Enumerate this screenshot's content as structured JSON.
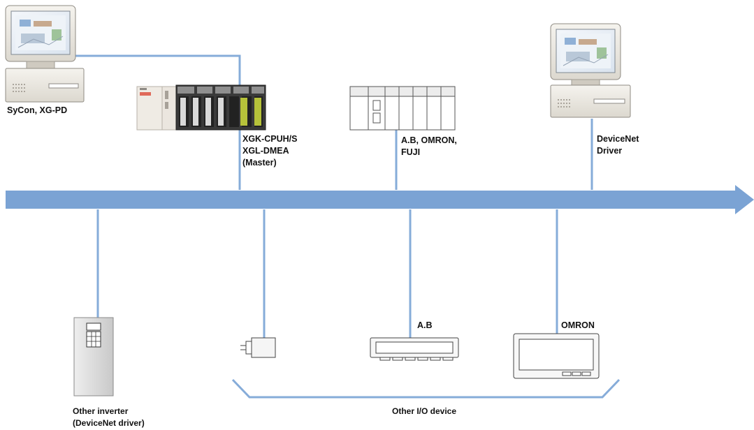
{
  "colors": {
    "bus": "#7ba3d4",
    "line": "#86acd9",
    "label": "#111111"
  },
  "labels": {
    "pc_left": "SyCon, XG-PD",
    "master": [
      "XGK-CPUH/S",
      "XGL-DMEA",
      "(Master)"
    ],
    "third_party_plc": [
      "A.B, OMRON,",
      "FUJI"
    ],
    "pc_right": [
      "DeviceNet",
      "Driver"
    ],
    "inverter": [
      "Other inverter",
      "(DeviceNet driver)"
    ],
    "ab_device": "A.B",
    "omron_device": "OMRON",
    "io_group": "Other I/O device"
  },
  "icons": {
    "pc_left": "desktop-computer-icon",
    "pc_right": "desktop-computer-icon",
    "master": "plc-rack-icon",
    "third_party_plc": "plc-module-icon",
    "inverter": "inverter-icon",
    "motor": "servo-motor-icon",
    "ab_device": "io-terminal-icon",
    "omron_device": "touch-panel-icon",
    "bus": "network-bus-arrow-icon"
  }
}
